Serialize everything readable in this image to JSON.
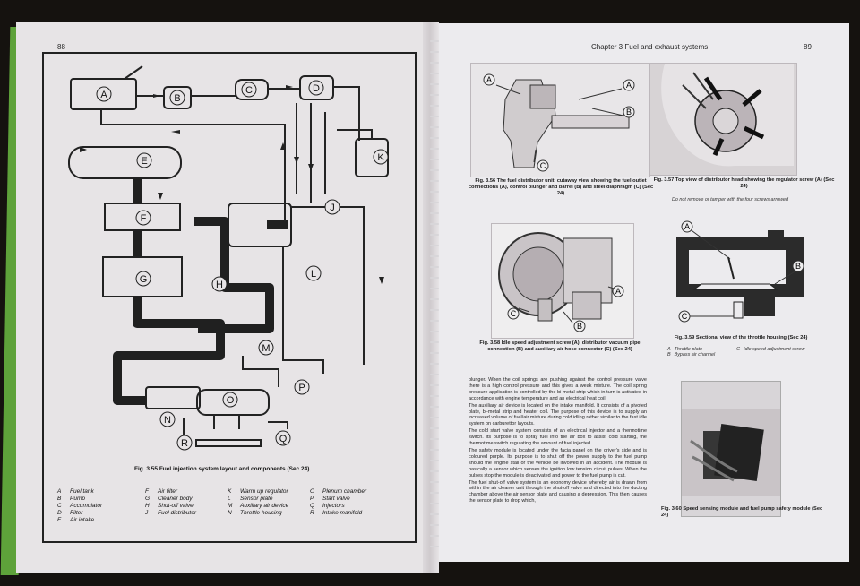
{
  "left_page": {
    "page_number": "88",
    "figure_caption": "Fig. 3.55 Fuel injection system layout and components (Sec 24)",
    "component_labels": [
      "A",
      "B",
      "C",
      "D",
      "E",
      "F",
      "G",
      "H",
      "J",
      "K",
      "L",
      "M",
      "N",
      "O",
      "P",
      "Q",
      "R"
    ],
    "legend": [
      {
        "key": "A",
        "value": "Fuel tank"
      },
      {
        "key": "B",
        "value": "Pump"
      },
      {
        "key": "C",
        "value": "Accumulator"
      },
      {
        "key": "D",
        "value": "Filter"
      },
      {
        "key": "E",
        "value": "Air intake"
      },
      {
        "key": "F",
        "value": "Air filter"
      },
      {
        "key": "G",
        "value": "Cleaner body"
      },
      {
        "key": "H",
        "value": "Shut-off valve"
      },
      {
        "key": "J",
        "value": "Fuel distributor"
      },
      {
        "key": "K",
        "value": "Warm up regulator"
      },
      {
        "key": "L",
        "value": "Sensor plate"
      },
      {
        "key": "M",
        "value": "Auxiliary air device"
      },
      {
        "key": "N",
        "value": "Throttle housing"
      },
      {
        "key": "O",
        "value": "Plenum chamber"
      },
      {
        "key": "P",
        "value": "Start valve"
      },
      {
        "key": "Q",
        "value": "Injectors"
      },
      {
        "key": "R",
        "value": "Intake manifold"
      }
    ]
  },
  "right_page": {
    "chapter_title": "Chapter 3  Fuel and exhaust systems",
    "page_number": "89",
    "fig_3_56": "Fig. 3.56 The fuel distributor unit, cutaway view showing the fuel outlet connections (A), control plunger and barrel (B) and steel diaphragm (C) (Sec 24)",
    "fig_3_57": "Fig. 3.57 Top view of distributor head showing the regulator screw (A) (Sec 24)",
    "fig_3_57_note": "Do not remove or tamper with the four screws arrowed",
    "fig_3_58": "Fig. 3.58 Idle speed adjustment screw (A), distributor vacuum pipe connection (B) and auxiliary air hose connector (C) (Sec 24)",
    "fig_3_59": "Fig. 3.59 Sectional view of the throttle housing (Sec 24)",
    "fig_3_59_legend": [
      {
        "key": "A",
        "value": "Throttle plate"
      },
      {
        "key": "B",
        "value": "Bypass air channel"
      },
      {
        "key": "C",
        "value": "Idle speed adjustment screw"
      }
    ],
    "fig_3_60": "Fig. 3.60 Speed sensing module and fuel pump safety module (Sec 24)",
    "body_paragraphs": [
      "plunger. When the coil springs are pushing against the control pressure valve there is a high control pressure and this gives a weak mixture. The coil spring pressure application is controlled by the bi-metal strip which in turn is activated in accordance with engine temperature and an electrical heat coil.",
      "The auxiliary air device is located on the intake manifold. It consists of a pivoted plate, bi-metal strip and heater coil. The purpose of this device is to supply an increased volume of fuel/air mixture during cold idling rather similar to the fast idle system on carburettor layouts.",
      "The cold start valve system consists of an electrical injector and a thermotime switch. Its purpose is to spray fuel into the air box to assist cold starting, the thermotime switch regulating the amount of fuel injected.",
      "The safety module is located under the facia panel on the driver's side and is coloured purple. Its purpose is to shut off the power supply to the fuel pump should the engine stall or the vehicle be involved in an accident. The module is basically a sensor which senses the ignition low tension circuit pulses. When the pulses stop the module is deactivated and power to the fuel pump is cut.",
      "The fuel shut-off valve system is an economy device whereby air is drawn from within the air cleaner unit through the shut-off valve and directed into the ducting chamber above the air sensor plate and causing a depression. This then causes the sensor plate to drop which,"
    ],
    "photo_labels": {
      "fig56": [
        "A",
        "A",
        "B",
        "C"
      ],
      "fig58": [
        "A",
        "B",
        "C"
      ],
      "fig59": [
        "A",
        "B",
        "C"
      ]
    }
  }
}
